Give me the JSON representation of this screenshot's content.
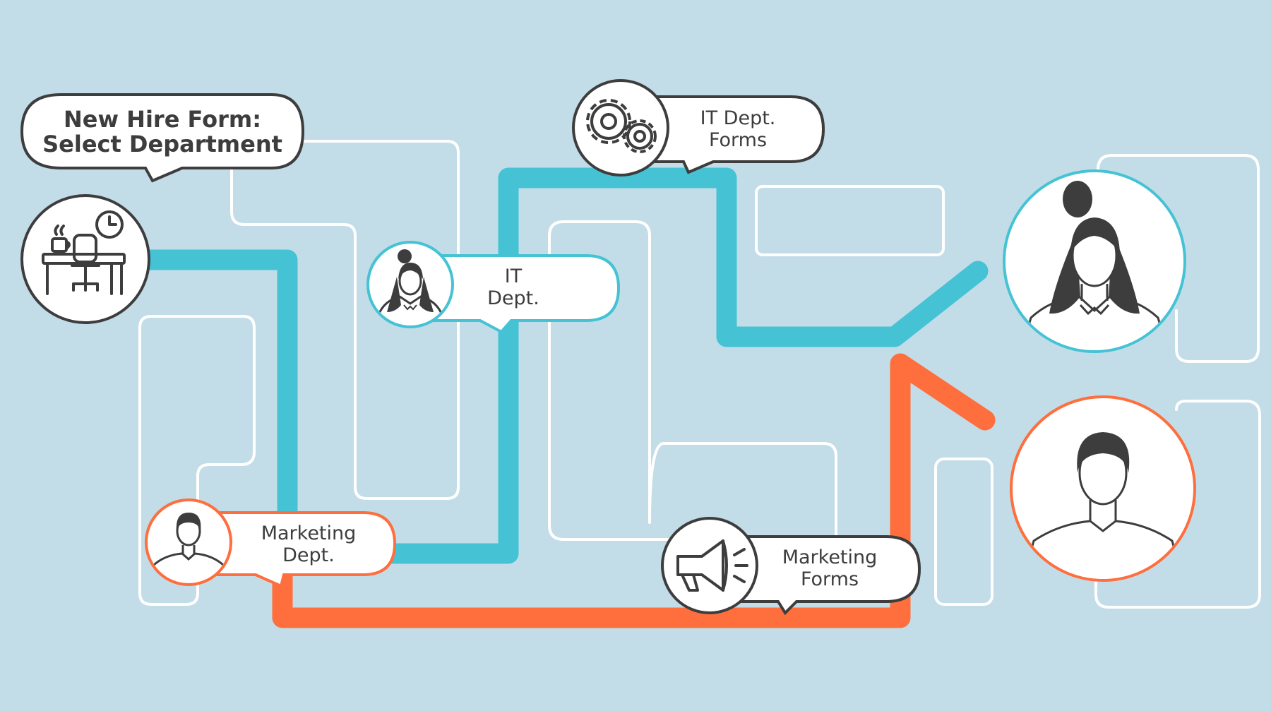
{
  "colors": {
    "background": "#c2dde8",
    "it_path": "#45c3d4",
    "marketing_path": "#ff6e3d",
    "maze_lines": "#ffffff",
    "outline": "#3d3d3d",
    "bubble_fill": "#ffffff"
  },
  "bubbles": {
    "new_hire": {
      "line1": "New Hire Form:",
      "line2": "Select Department"
    },
    "it_dept": {
      "line1": "IT",
      "line2": "Dept."
    },
    "it_forms": {
      "line1": "IT Dept.",
      "line2": "Forms"
    },
    "marketing_dept": {
      "line1": "Marketing",
      "line2": "Dept."
    },
    "marketing_forms": {
      "line1": "Marketing",
      "line2": "Forms"
    }
  },
  "icons": {
    "desk": "desk-chair-clock-icon",
    "it_person": "woman-avatar-icon",
    "gears": "gears-icon",
    "marketing_person": "man-avatar-icon",
    "megaphone": "megaphone-icon",
    "woman_large": "woman-avatar-icon",
    "man_large": "man-avatar-icon"
  }
}
